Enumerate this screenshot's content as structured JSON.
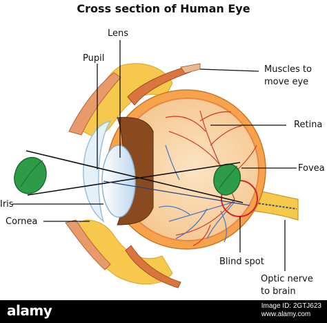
{
  "title": "Cross section of Human Eye",
  "labels": {
    "lens": "Lens",
    "pupil": "Pupil",
    "muscles_line1": "Muscles to",
    "muscles_line2": "move eye",
    "retina": "Retina",
    "fovea": "Fovea",
    "iris": "Iris",
    "cornea": "Cornea",
    "blind_spot": "Blind spot",
    "optic_line1": "Optic nerve",
    "optic_line2": "to brain"
  },
  "watermark": {
    "brand": "alamy",
    "image_id_label": "Image ID: 2GTJ623",
    "site": "www.alamy.com"
  },
  "colors": {
    "sclera": "#f7a34c",
    "choroid": "#f9d9a6",
    "iris": "#8a4a1f",
    "lens": "#dfeefa",
    "leaf": "#2e9b48",
    "fat": "#f6c94c",
    "muscle": "#d9763f",
    "blind_spot_circle": "#d9252a",
    "veins_red": "#d7412c",
    "veins_blue": "#4f79c4"
  }
}
